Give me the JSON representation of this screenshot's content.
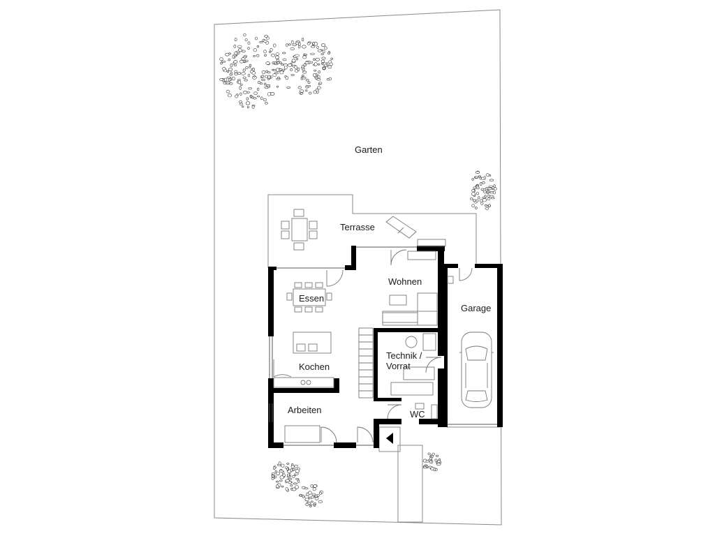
{
  "plan": {
    "rooms": {
      "garten": "Garten",
      "terrasse": "Terrasse",
      "wohnen": "Wohnen",
      "essen": "Essen",
      "garage": "Garage",
      "technik_line1": "Technik /",
      "technik_line2": "Vorrat",
      "kochen": "Kochen",
      "arbeiten": "Arbeiten",
      "wc": "WC"
    }
  },
  "icons": [
    "tree-icon",
    "entrance-arrow-icon",
    "car-icon",
    "stair-icon",
    "dining-table-icon"
  ],
  "colors": {
    "wall": "#000000",
    "line": "#888888",
    "background": "#ffffff"
  }
}
